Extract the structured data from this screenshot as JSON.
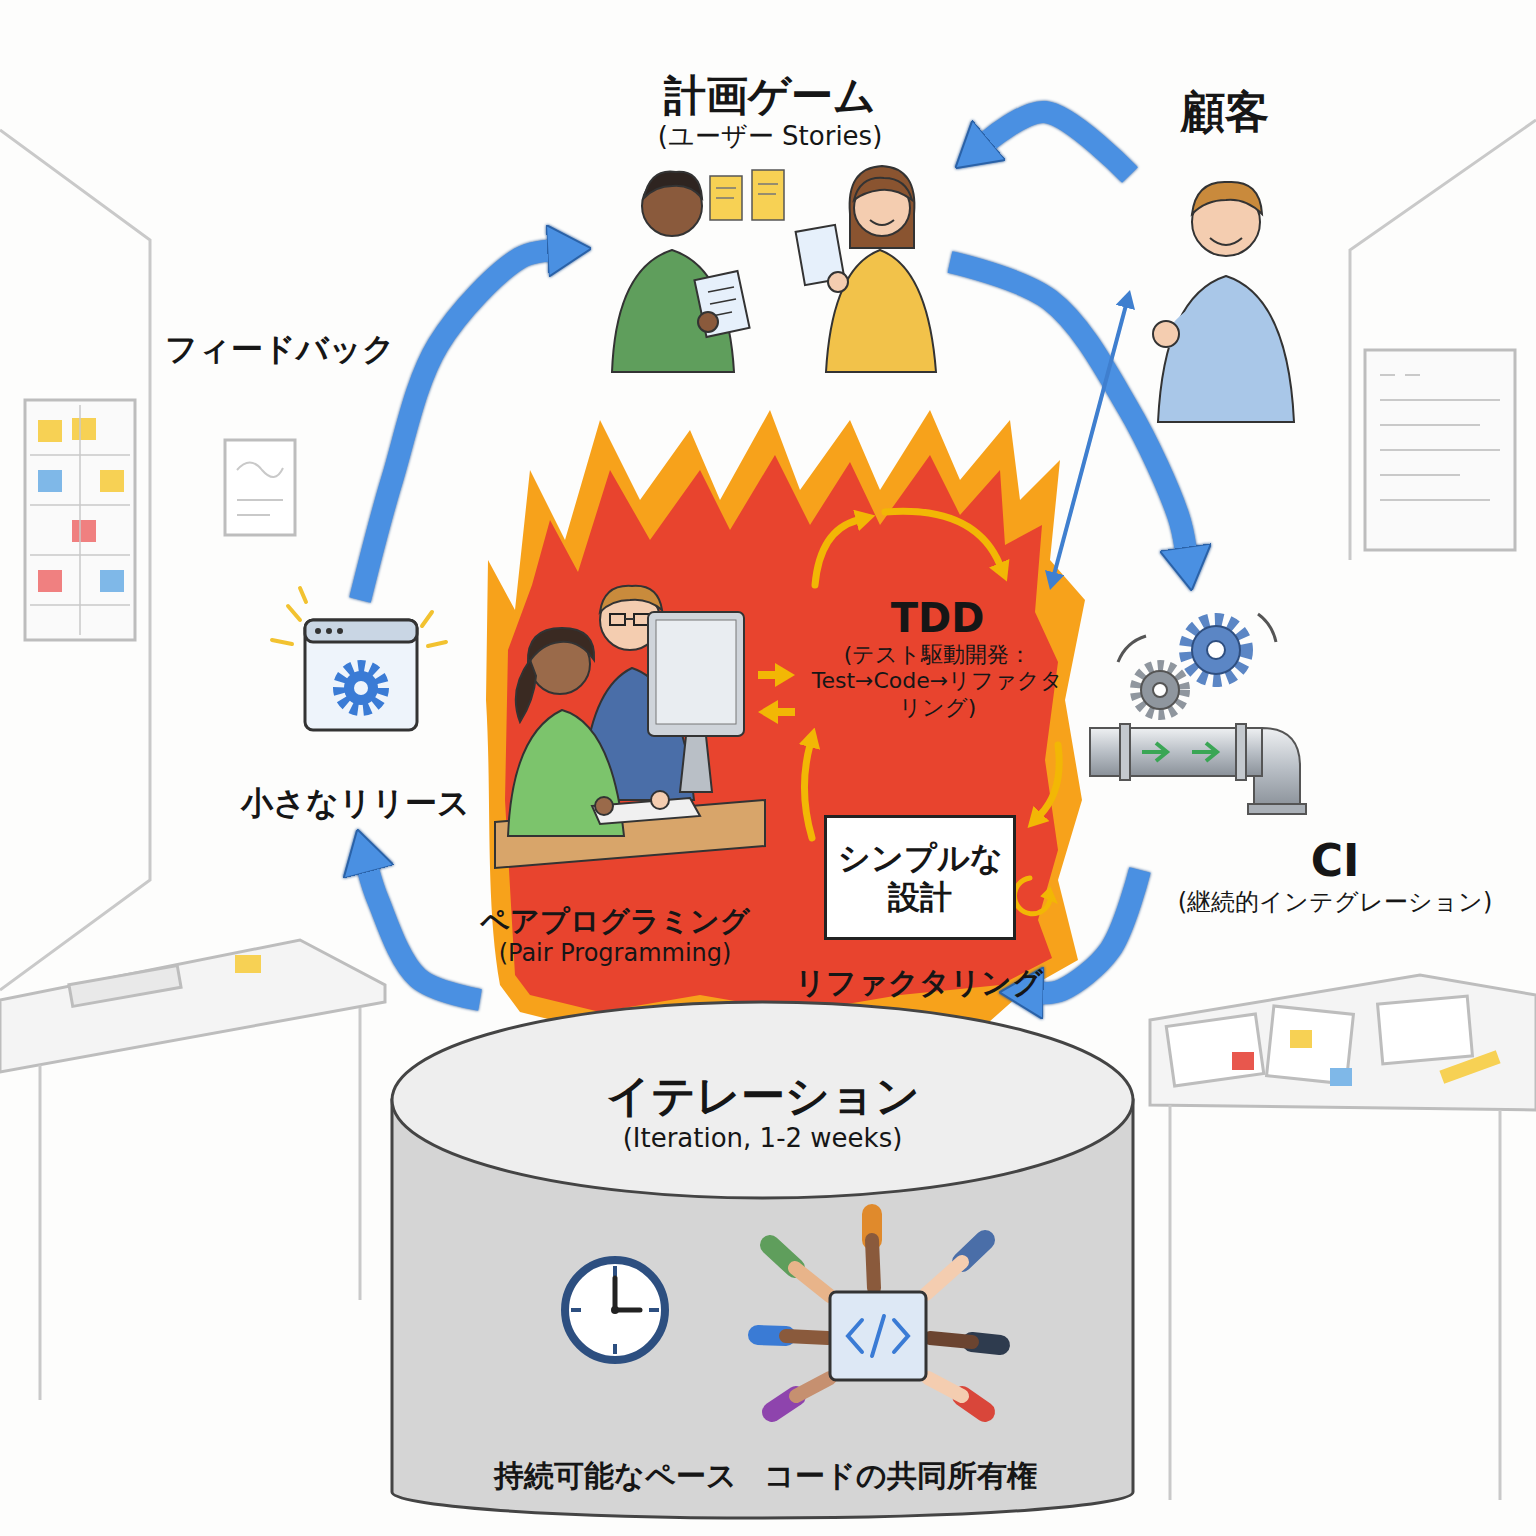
{
  "diagram": {
    "nodes": [
      {
        "text": [
          "計画ゲーム",
          "(ユーザー Stories)"
        ]
      },
      {
        "text": [
          "顧客"
        ]
      },
      {
        "text": [
          "小さなリリース"
        ]
      },
      {
        "text": [
          "ペアプログラミング",
          "(Pair Programming)"
        ]
      },
      {
        "text": [
          "TDD",
          "(テスト駆動開発：Test→Code→リファクタリング)"
        ]
      },
      {
        "text": [
          "シンプルな 設計"
        ]
      },
      {
        "text": [
          "CI",
          "(継続的インテグレーション)"
        ]
      },
      {
        "text": [
          "イテレーション",
          "(Iteration, 1-2 weeks)"
        ]
      },
      {
        "text": [
          "持続可能なペース"
        ],
        "in": 7
      },
      {
        "text": [
          "コードの共同所有権"
        ],
        "in": 7
      }
    ],
    "edges": [
      {
        "from": 2,
        "to": 0,
        "arrow": "to",
        "label": "フィードバック"
      },
      {
        "from": 1,
        "to": 0,
        "arrow": "to"
      },
      {
        "from": 0,
        "to": 6,
        "arrow": "to"
      },
      {
        "from": 1,
        "to": 4,
        "arrow": "both"
      },
      {
        "from": 3,
        "to": 4,
        "arrow": "to"
      },
      {
        "from": 4,
        "to": 3,
        "arrow": "to"
      },
      {
        "from": 6,
        "to": 7,
        "arrow": "to"
      },
      {
        "from": 7,
        "to": 2,
        "arrow": "to"
      }
    ],
    "labels": [
      "リファクタリング"
    ]
  }
}
